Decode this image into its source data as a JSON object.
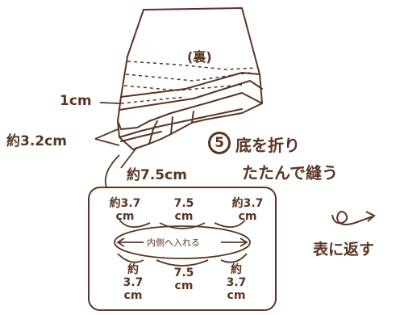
{
  "labels": {
    "reverse_side": "(裏)",
    "fold_1cm": "1cm",
    "approx_3_2": "約3.2cm",
    "approx_7_5": "約7.5cm",
    "step_number": "5",
    "step_text_line1": "底を折り",
    "step_text_line2": "たたんで縫う",
    "turn_right_side_out": "表に返す"
  },
  "bottom_detail": {
    "top_left": "約3.7 cm",
    "top_center": "7.5 cm",
    "top_right": "約3.7 cm",
    "inside_arrow_label": "内側へ入れる",
    "bottom_left_l1": "約",
    "bottom_left_l2": "3.7",
    "bottom_left_l3": "cm",
    "bottom_center_l1": "7.5",
    "bottom_center_l2": "cm",
    "bottom_right_l1": "約",
    "bottom_right_l2": "3.7",
    "bottom_right_l3": "cm"
  },
  "colors": {
    "ink": "#5a3522",
    "background": "#ffffff"
  },
  "icons": {
    "turn_over": "loop-arrow-icon"
  }
}
